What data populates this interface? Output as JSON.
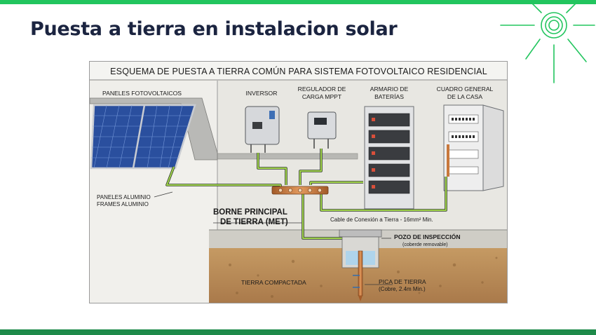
{
  "slide": {
    "title": "Puesta a tierra en instalacion solar"
  },
  "diagram": {
    "heading": "ESQUEMA DE PUESTA A TIERRA COMÚN PARA SISTEMA FOTOVOLTAICO RESIDENCIAL",
    "labels": {
      "panels": "PANELES FOTOVOLTAICOS",
      "inverter": "INVERSOR",
      "regulator_l1": "REGULADOR DE",
      "regulator_l2": "CARGA MPPT",
      "battery_l1": "ARMARIO DE",
      "battery_l2": "BATERÍAS",
      "panelboard_l1": "CUADRO GENERAL",
      "panelboard_l2": "DE LA CASA",
      "frames_l1": "PANELES ALUMINIO",
      "frames_l2": "FRAMES ALUMINIO",
      "met_l1": "BORNE PRINCIPAL",
      "met_l2": "DE TIERRA (MET)",
      "cable": "Cable de Conexión a Tierra - 16mm² Min.",
      "pit_l1": "POZO DE INSPECCIÓN",
      "pit_l2": "(coberde removable)",
      "soil": "TIERRA COMPACTADA",
      "rod_l1": "PICA DE TIERRA",
      "rod_l2": "(Cobre, 2.4m Min.)"
    }
  },
  "colors": {
    "accent": "#22c55e",
    "title": "#1b2440",
    "ground_wire": "#8cc63f",
    "copper": "#c8783c",
    "panel_blue": "#2a4f9e"
  }
}
